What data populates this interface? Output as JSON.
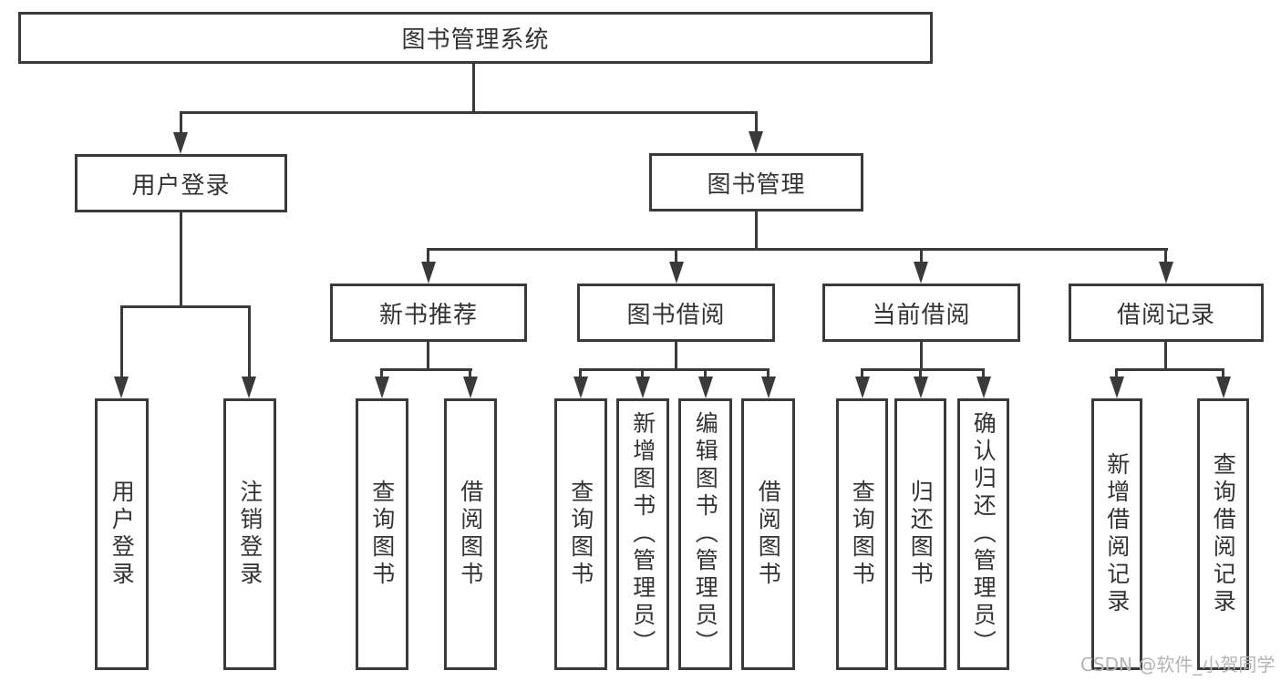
{
  "diagram": {
    "root": "图书管理系统",
    "branches": [
      {
        "label": "用户登录",
        "leaves": [
          "用户登录",
          "注销登录"
        ]
      },
      {
        "label": "图书管理",
        "groups": [
          {
            "label": "新书推荐",
            "leaves": [
              "查询图书",
              "借阅图书"
            ]
          },
          {
            "label": "图书借阅",
            "leaves": [
              "查询图书",
              "新增图书（管理员）",
              "编辑图书（管理员）",
              "借阅图书"
            ]
          },
          {
            "label": "当前借阅",
            "leaves": [
              "查询图书",
              "归还图书",
              "确认归还（管理员）"
            ]
          },
          {
            "label": "借阅记录",
            "leaves": [
              "新增借阅记录",
              "查询借阅记录"
            ]
          }
        ]
      }
    ],
    "watermark": "CSDN @软件_小贺同学",
    "colors": {
      "line": "#3a3a3a",
      "text": "#333333",
      "background": "#ffffff",
      "watermark": "#b4b4b4"
    }
  }
}
